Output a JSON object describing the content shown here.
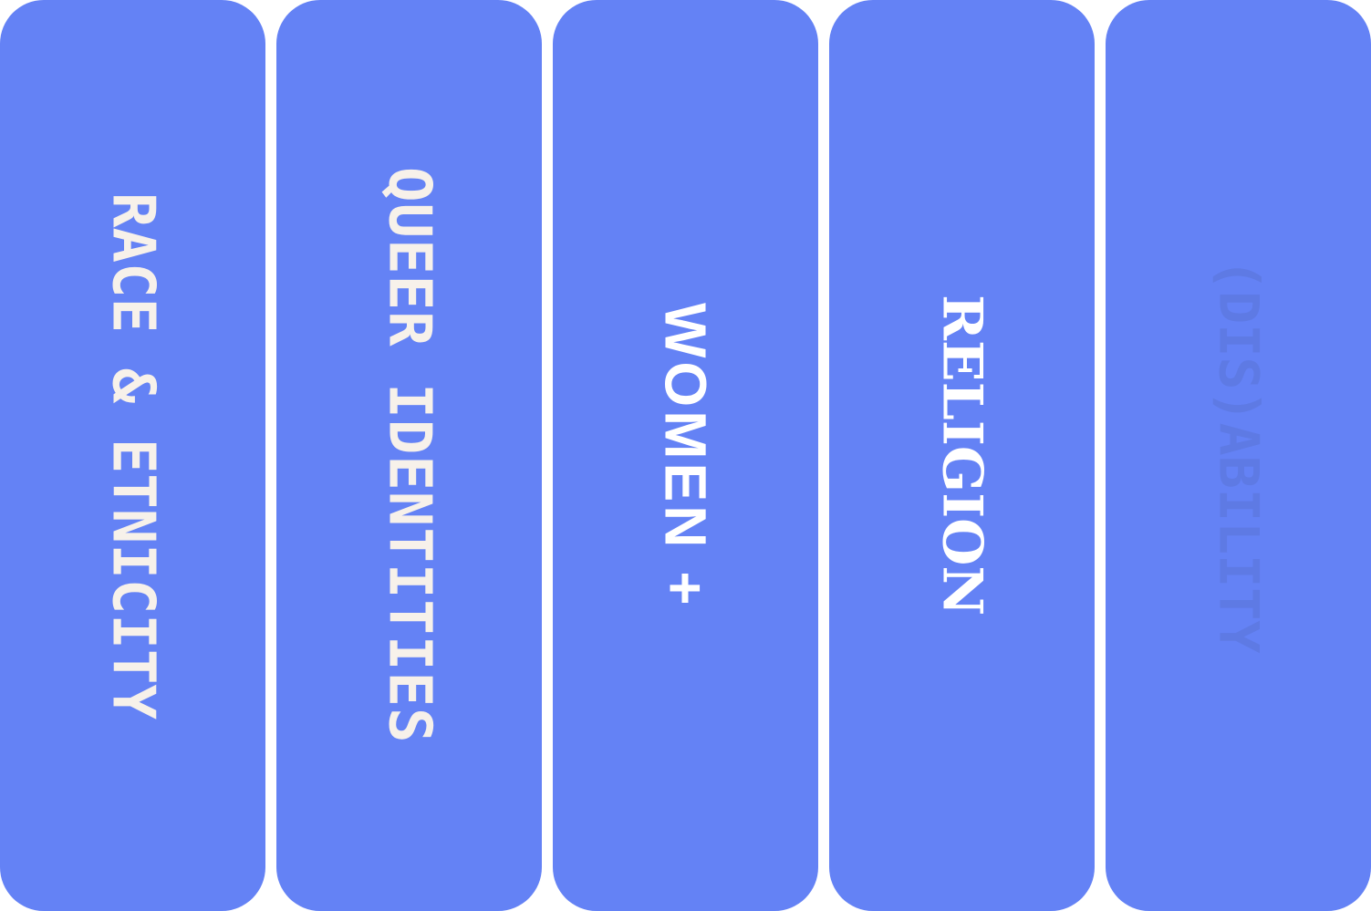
{
  "colors": {
    "page_background": "#ffffff",
    "tile_background": "#6482f5",
    "label_cream": "#f7f1ea",
    "label_white": "#ffffff",
    "label_ghost_blue": "#5e7ae4"
  },
  "tiles": [
    {
      "label": "RACE & ETNICITY",
      "label_color": "#f7f1ea"
    },
    {
      "label": "QUEER IDENTITIES",
      "label_color": "#f7f1ea"
    },
    {
      "label": "WOMEN +",
      "label_color": "#ffffff"
    },
    {
      "label": "RELIGION",
      "label_color": "#ffffff"
    },
    {
      "label": "(DIS)ABILITY",
      "label_color": "#5e7ae4"
    }
  ]
}
